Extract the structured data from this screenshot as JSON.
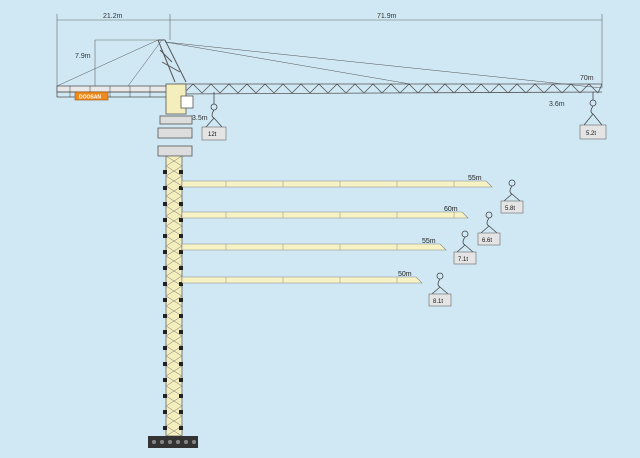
{
  "dimensions": {
    "counter_jib_length": "21.2m",
    "jib_length": "71.9m",
    "tower_head_height": "7.9m",
    "hook_offset": "3.5m",
    "tip_offset": "3.6m",
    "max_radius": "70m"
  },
  "loads": {
    "max_load": "12t",
    "tip_load": "5.2t"
  },
  "brand_label": "DOOSAN",
  "jib_options": [
    {
      "length": "55m",
      "load": "5.8t"
    },
    {
      "length": "60m",
      "load": "6.6t"
    },
    {
      "length": "55m",
      "load": "7.1t"
    },
    {
      "length": "50m",
      "load": "8.1t"
    }
  ],
  "colors": {
    "background": "#cfe8f4",
    "mast": "#f4eebc",
    "jib_option": "#f6f2c4",
    "counterweight": "#f08a1c",
    "steel": "#555555"
  }
}
